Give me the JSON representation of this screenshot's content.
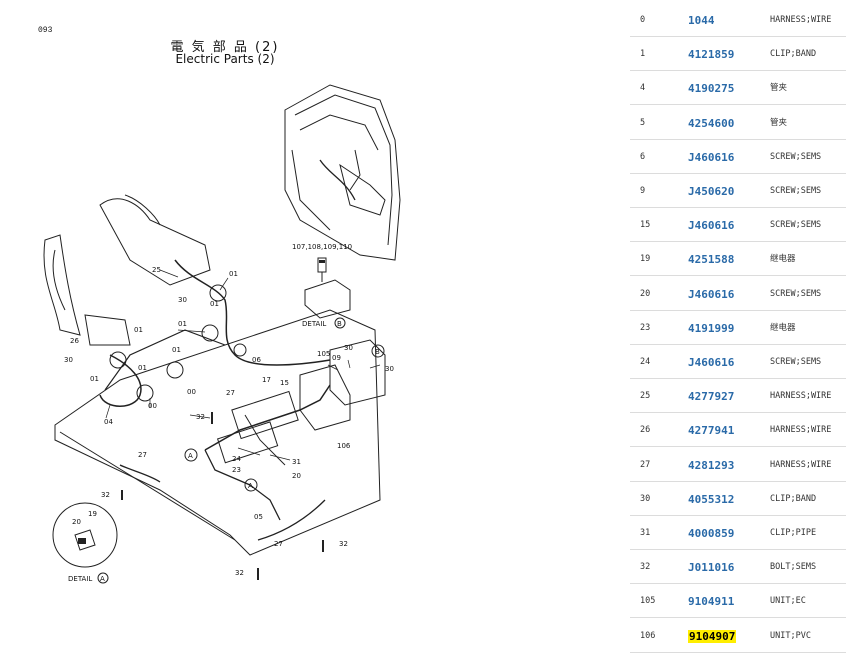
{
  "diagram": {
    "page_number": "093",
    "title_jp": "電 気 部 品 (2)",
    "title_en": "Electric Parts (2)",
    "labels": [
      "01",
      "01",
      "01",
      "01",
      "01",
      "01",
      "01",
      "04",
      "25",
      "30",
      "26",
      "30",
      "00",
      "00",
      "06",
      "27",
      "15",
      "17",
      "105",
      "09",
      "30",
      "30",
      "32",
      "24",
      "23",
      "31",
      "20",
      "05",
      "106",
      "27",
      "32",
      "27",
      "32",
      "32",
      "19",
      "20",
      "107,108,109,110",
      "DETAIL",
      "B",
      "DETAIL",
      "A",
      "A",
      "A",
      "B"
    ]
  },
  "parts": [
    {
      "ref": "0",
      "pn": "1044",
      "desc": "HARNESS;WIRE",
      "highlight": false
    },
    {
      "ref": "1",
      "pn": "4121859",
      "desc": "CLIP;BAND",
      "highlight": false
    },
    {
      "ref": "4",
      "pn": "4190275",
      "desc": "管夹",
      "highlight": false
    },
    {
      "ref": "5",
      "pn": "4254600",
      "desc": "管夹",
      "highlight": false
    },
    {
      "ref": "6",
      "pn": "J460616",
      "desc": "SCREW;SEMS",
      "highlight": false
    },
    {
      "ref": "9",
      "pn": "J450620",
      "desc": "SCREW;SEMS",
      "highlight": false
    },
    {
      "ref": "15",
      "pn": "J460616",
      "desc": "SCREW;SEMS",
      "highlight": false
    },
    {
      "ref": "19",
      "pn": "4251588",
      "desc": "继电器",
      "highlight": false
    },
    {
      "ref": "20",
      "pn": "J460616",
      "desc": "SCREW;SEMS",
      "highlight": false
    },
    {
      "ref": "23",
      "pn": "4191999",
      "desc": "继电器",
      "highlight": false
    },
    {
      "ref": "24",
      "pn": "J460616",
      "desc": "SCREW;SEMS",
      "highlight": false
    },
    {
      "ref": "25",
      "pn": "4277927",
      "desc": "HARNESS;WIRE",
      "highlight": false
    },
    {
      "ref": "26",
      "pn": "4277941",
      "desc": "HARNESS;WIRE",
      "highlight": false
    },
    {
      "ref": "27",
      "pn": "4281293",
      "desc": "HARNESS;WIRE",
      "highlight": false
    },
    {
      "ref": "30",
      "pn": "4055312",
      "desc": "CLIP;BAND",
      "highlight": false
    },
    {
      "ref": "31",
      "pn": "4000859",
      "desc": "CLIP;PIPE",
      "highlight": false
    },
    {
      "ref": "32",
      "pn": "J011016",
      "desc": "BOLT;SEMS",
      "highlight": false
    },
    {
      "ref": "105",
      "pn": "9104911",
      "desc": "UNIT;EC",
      "highlight": false
    },
    {
      "ref": "106",
      "pn": "9104907",
      "desc": "UNIT;PVC",
      "highlight": true
    }
  ]
}
